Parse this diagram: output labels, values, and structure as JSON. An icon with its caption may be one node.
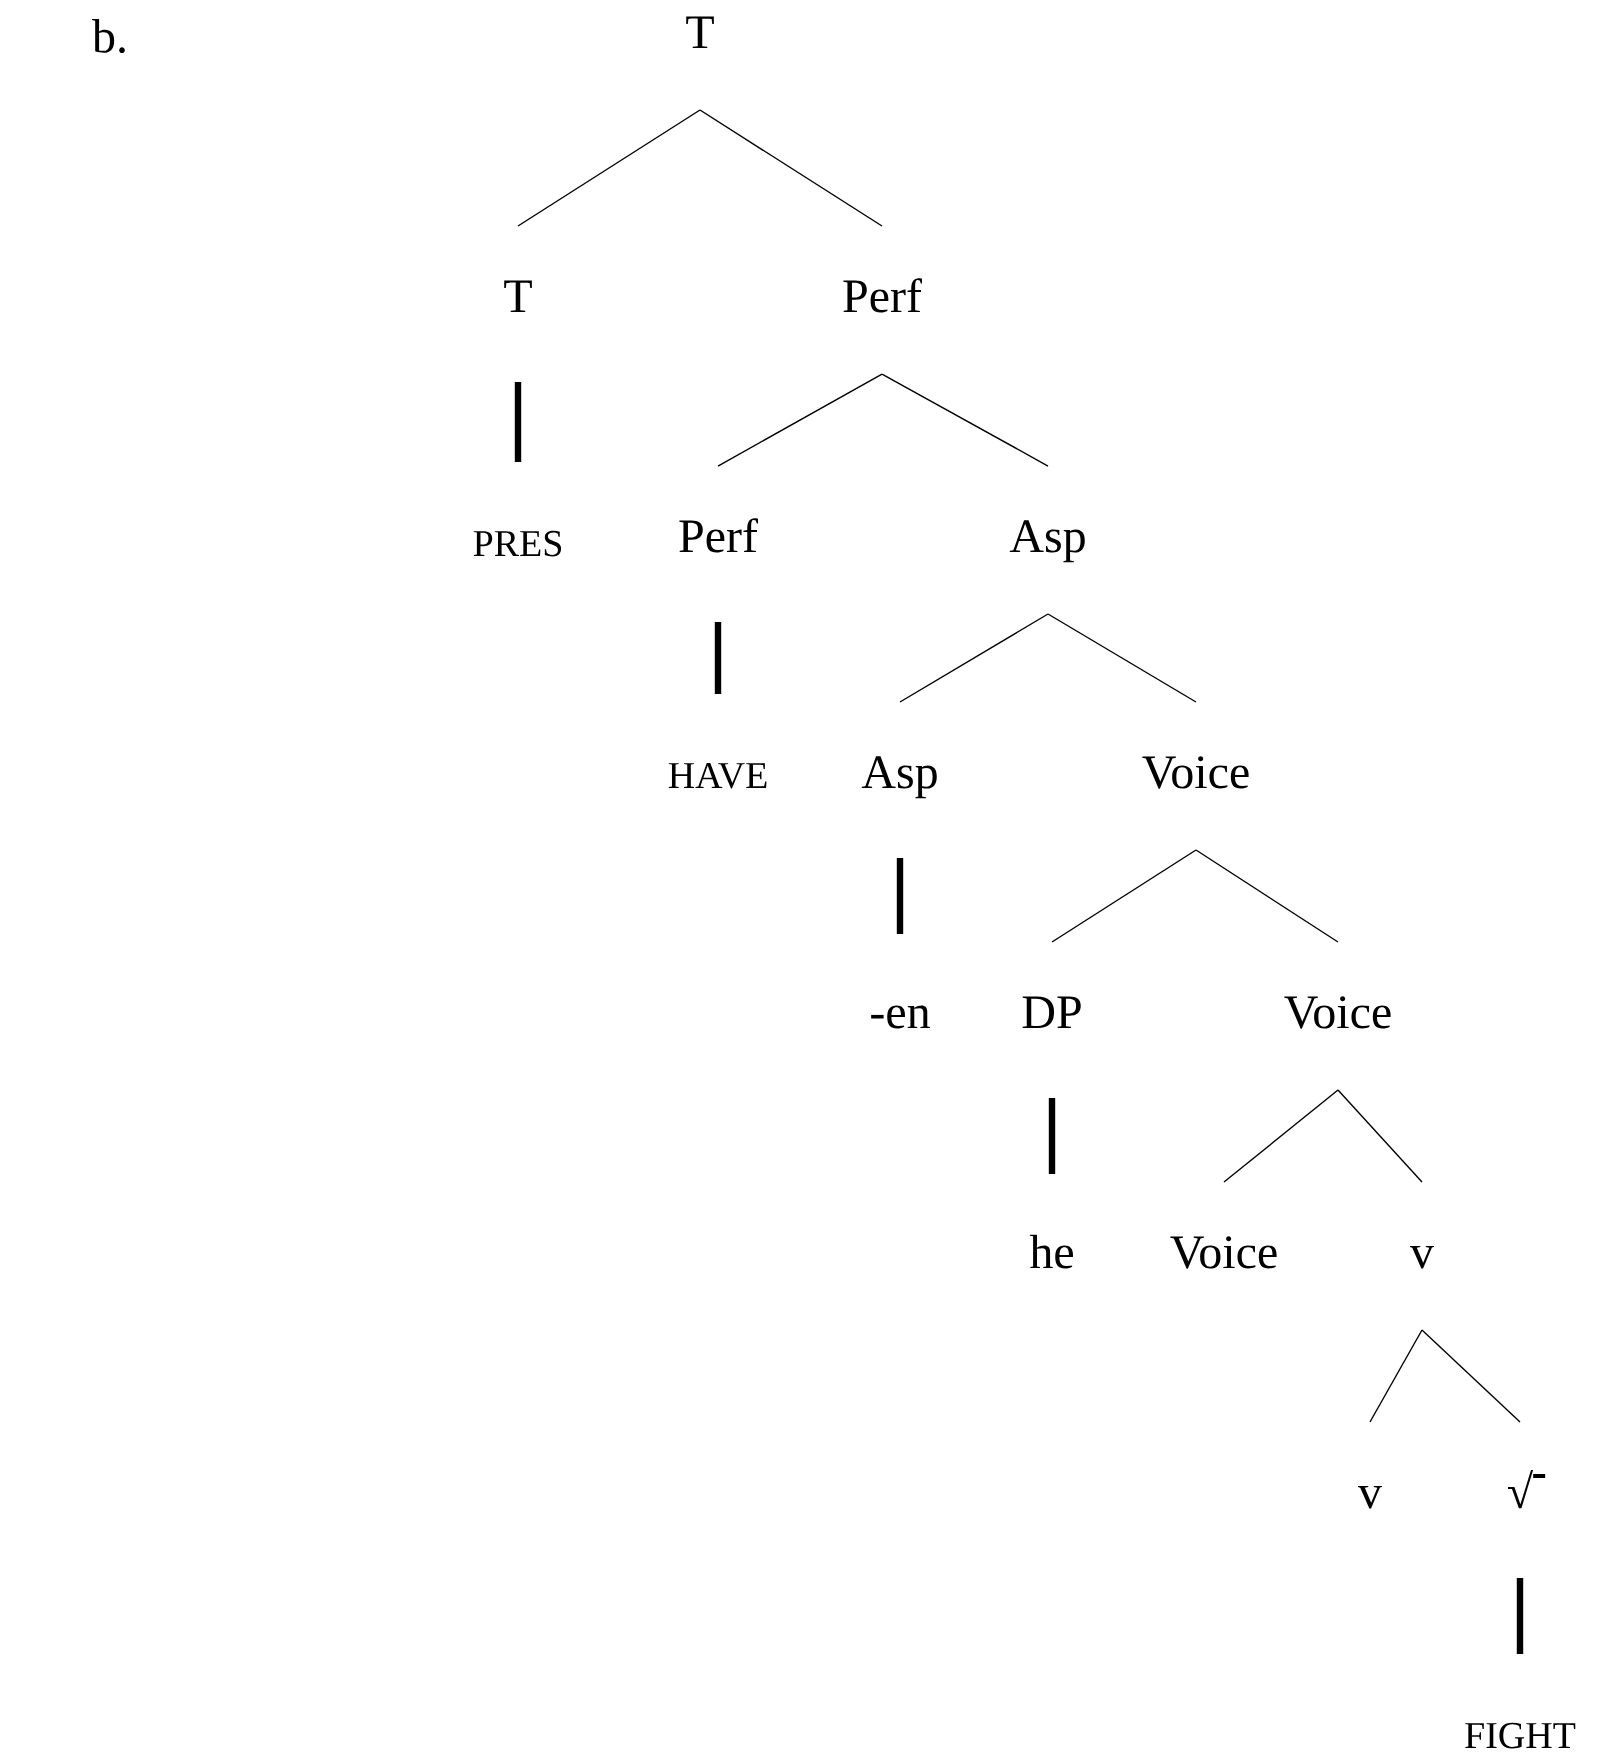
{
  "diagram": {
    "nodes": [
      {
        "text": [
          "T"
        ]
      },
      {
        "text": [
          "T"
        ]
      },
      {
        "text": [
          "Perf"
        ]
      },
      {
        "text": [
          "PRES"
        ]
      },
      {
        "text": [
          "Perf"
        ]
      },
      {
        "text": [
          "Asp"
        ]
      },
      {
        "text": [
          "HAVE"
        ]
      },
      {
        "text": [
          "Asp"
        ]
      },
      {
        "text": [
          "Voice"
        ]
      },
      {
        "text": [
          "-en"
        ]
      },
      {
        "text": [
          "DP"
        ]
      },
      {
        "text": [
          "Voice"
        ]
      },
      {
        "text": [
          "he"
        ]
      },
      {
        "text": [
          "Voice"
        ]
      },
      {
        "text": [
          "v"
        ]
      },
      {
        "text": [
          "v"
        ]
      },
      {
        "text": [
          "√"
        ]
      },
      {
        "text": [
          "FIGHT"
        ]
      }
    ],
    "edges": [
      {
        "from": 0,
        "to": 1,
        "arrow": "none"
      },
      {
        "from": 0,
        "to": 2,
        "arrow": "none"
      },
      {
        "from": 1,
        "to": 3,
        "arrow": "none",
        "style": "thick"
      },
      {
        "from": 2,
        "to": 4,
        "arrow": "none"
      },
      {
        "from": 2,
        "to": 5,
        "arrow": "none"
      },
      {
        "from": 4,
        "to": 6,
        "arrow": "none",
        "style": "thick"
      },
      {
        "from": 5,
        "to": 7,
        "arrow": "none"
      },
      {
        "from": 5,
        "to": 8,
        "arrow": "none"
      },
      {
        "from": 7,
        "to": 9,
        "arrow": "none",
        "style": "thick"
      },
      {
        "from": 8,
        "to": 10,
        "arrow": "none"
      },
      {
        "from": 8,
        "to": 11,
        "arrow": "none"
      },
      {
        "from": 10,
        "to": 12,
        "arrow": "none",
        "style": "thick"
      },
      {
        "from": 11,
        "to": 13,
        "arrow": "none"
      },
      {
        "from": 11,
        "to": 14,
        "arrow": "none"
      },
      {
        "from": 14,
        "to": 15,
        "arrow": "none"
      },
      {
        "from": 14,
        "to": 16,
        "arrow": "none"
      },
      {
        "from": 16,
        "to": 17,
        "arrow": "none",
        "style": "thick"
      }
    ],
    "labels": [
      "b."
    ]
  }
}
